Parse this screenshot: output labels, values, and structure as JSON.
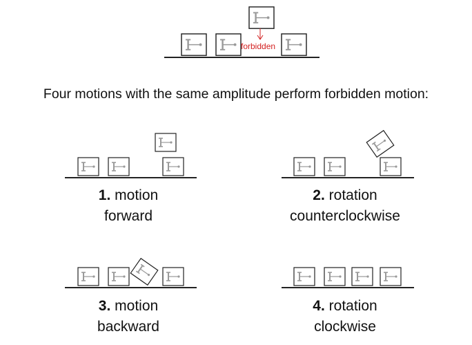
{
  "top": {
    "forbidden_label": "forbidden",
    "accent_color": "#d21f1f"
  },
  "heading": "Four motions with the same amplitude perform forbidden motion:",
  "panels": [
    {
      "number": "1.",
      "line1": "motion",
      "line2": "forward"
    },
    {
      "number": "2.",
      "line1": "rotation",
      "line2": "counterclockwise"
    },
    {
      "number": "3.",
      "line1": "motion",
      "line2": "backward"
    },
    {
      "number": "4.",
      "line1": "rotation",
      "line2": "clockwise"
    }
  ]
}
